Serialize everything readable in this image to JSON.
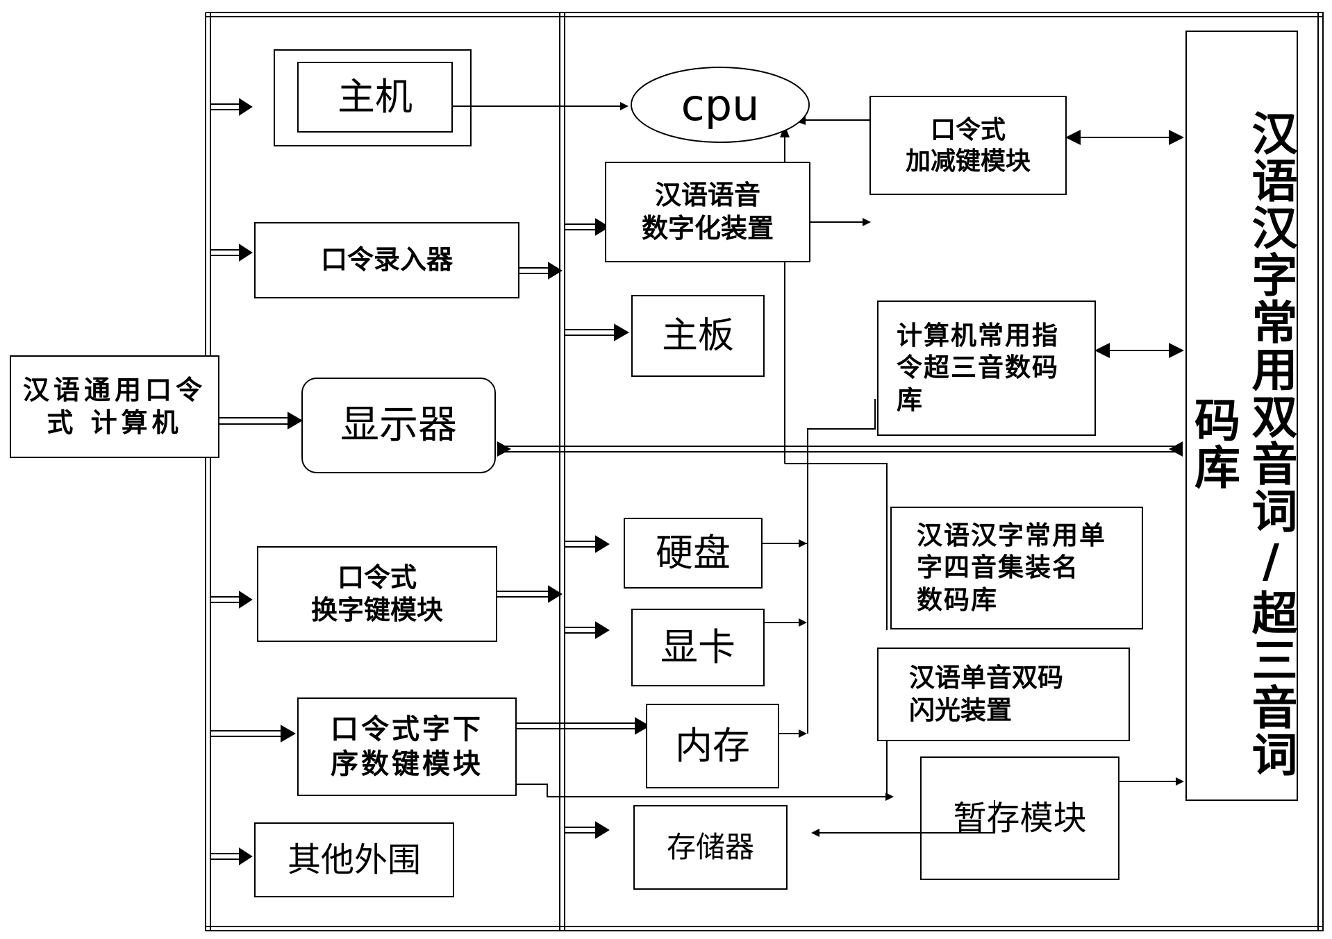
{
  "computer": "汉语通用口令式 计算机",
  "left_column": {
    "host": "主机",
    "recorder": "口令录入器",
    "display": "显示器",
    "switch_key_module": "口令式\n换字键模块",
    "order_key_module": "口令式字下\n序数键模块",
    "peripherals": "其他外围"
  },
  "middle_column": {
    "cpu": "cpu",
    "speech_digitizer": "汉语语音\n数字化装置",
    "motherboard": "主板",
    "hard_disk": "硬盘",
    "graphics_card": "显卡",
    "memory": "内存",
    "storage": "存储器"
  },
  "right_column": {
    "plus_minus_module": "口令式\n加减键模块",
    "command_db": "计算机常用指\n令超三音数码\n库",
    "single_char_db": "汉语汉字常用单\n字四音集装名\n数码库",
    "flash_device": "汉语单音双码\n闪光装置",
    "temp_module": "暂存模块"
  },
  "word_db": "汉语汉字常用双音词/超三音词码库"
}
